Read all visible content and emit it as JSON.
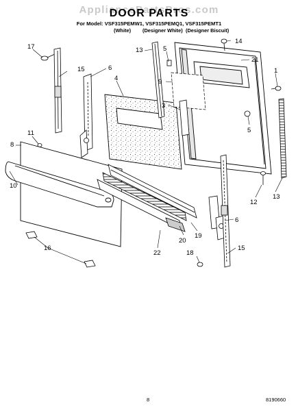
{
  "watermark": "AppliancePartsPros.com",
  "title": "DOOR PARTS",
  "model_line": "For Model: VSF315PEMW1, VSF315PEMQ1, VSF315PEMT1",
  "variants": [
    "(White)",
    "(Designer White)",
    "(Designer Biscuit)"
  ],
  "callouts": [
    "17",
    "15",
    "6",
    "4",
    "13",
    "5",
    "14",
    "21",
    "1",
    "9",
    "3",
    "5",
    "11",
    "8",
    "10",
    "12",
    "13",
    "6",
    "20",
    "19",
    "22",
    "16",
    "18",
    "15"
  ],
  "footer": {
    "page_number": "8",
    "doc_number": "8190660"
  }
}
